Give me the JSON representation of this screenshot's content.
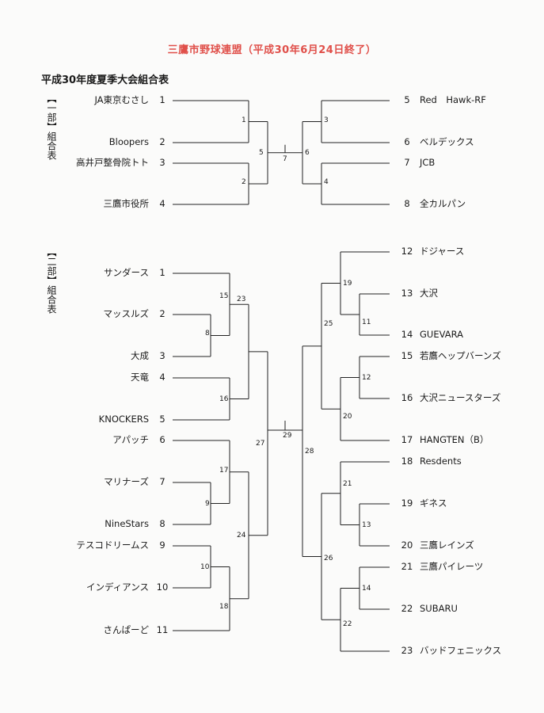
{
  "title": "三鷹市野球連盟（平成30年6月24日終了）",
  "subtitle": "平成30年度夏季大会組合表",
  "division1": {
    "label": "【一部】組合表",
    "teams_left": [
      {
        "seed": "1",
        "name": "JA東京むさし"
      },
      {
        "seed": "2",
        "name": "Bloopers"
      },
      {
        "seed": "3",
        "name": "高井戸整骨院トト"
      },
      {
        "seed": "4",
        "name": "三鷹市役所"
      }
    ],
    "teams_right": [
      {
        "seed": "5",
        "name": "Red　Hawk-RF"
      },
      {
        "seed": "6",
        "name": "ベルデックス"
      },
      {
        "seed": "7",
        "name": "JCB"
      },
      {
        "seed": "8",
        "name": "全カルパン"
      }
    ],
    "matches": [
      "1",
      "2",
      "3",
      "4",
      "5",
      "6",
      "7"
    ]
  },
  "division2": {
    "label": "【二部】組合表",
    "teams_left": [
      {
        "seed": "1",
        "name": "サンダース"
      },
      {
        "seed": "2",
        "name": "マッスルズ"
      },
      {
        "seed": "3",
        "name": "大成"
      },
      {
        "seed": "4",
        "name": "天竜"
      },
      {
        "seed": "5",
        "name": "KNOCKERS"
      },
      {
        "seed": "6",
        "name": "アパッチ"
      },
      {
        "seed": "7",
        "name": "マリナーズ"
      },
      {
        "seed": "8",
        "name": "NineStars"
      },
      {
        "seed": "9",
        "name": "テスコドリームス"
      },
      {
        "seed": "10",
        "name": "インディアンス"
      },
      {
        "seed": "11",
        "name": "さんぱーど"
      }
    ],
    "teams_right": [
      {
        "seed": "12",
        "name": "ドジャース"
      },
      {
        "seed": "13",
        "name": "大沢"
      },
      {
        "seed": "14",
        "name": "GUEVARA"
      },
      {
        "seed": "15",
        "name": "若鷹ヘップバーンズ"
      },
      {
        "seed": "16",
        "name": "大沢ニュースターズ"
      },
      {
        "seed": "17",
        "name": "HANGTEN（B）"
      },
      {
        "seed": "18",
        "name": "Resdents"
      },
      {
        "seed": "19",
        "name": "ギネス"
      },
      {
        "seed": "20",
        "name": "三鷹レインズ"
      },
      {
        "seed": "21",
        "name": "三鷹パイレーツ"
      },
      {
        "seed": "22",
        "name": "SUBARU"
      },
      {
        "seed": "23",
        "name": "バッドフェニックス"
      }
    ],
    "matches": [
      "8",
      "9",
      "10",
      "11",
      "12",
      "13",
      "14",
      "15",
      "16",
      "17",
      "18",
      "19",
      "20",
      "21",
      "22",
      "23",
      "24",
      "25",
      "26",
      "27",
      "28",
      "29"
    ]
  },
  "colors": {
    "title": "#e0504a",
    "line": "#222222"
  }
}
